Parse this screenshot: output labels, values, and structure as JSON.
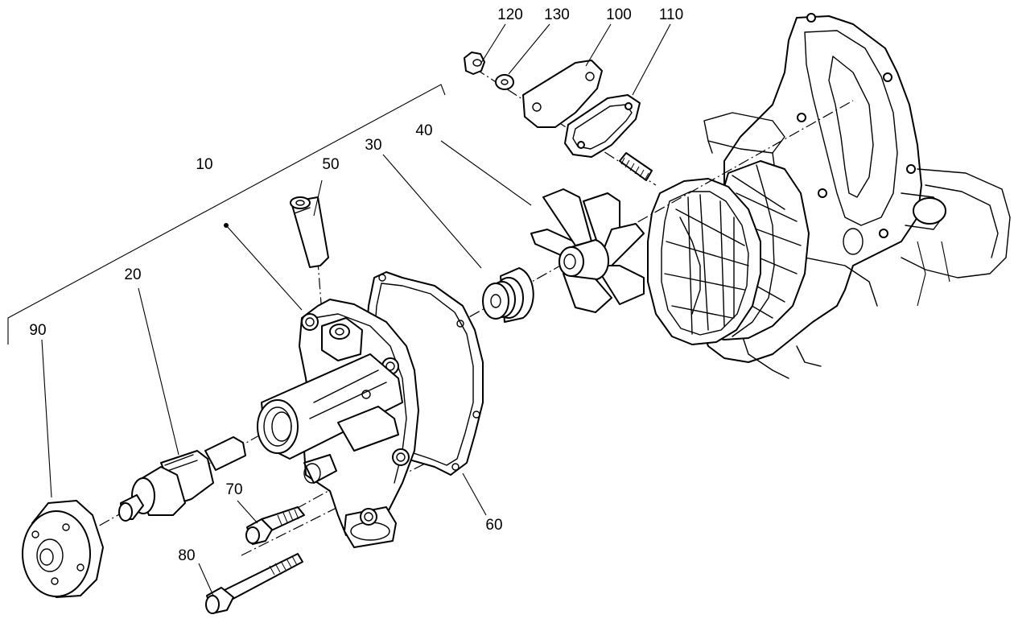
{
  "diagram": {
    "callouts": {
      "p10": "10",
      "p20": "20",
      "p30": "30",
      "p40": "40",
      "p50": "50",
      "p60": "60",
      "p70": "70",
      "p80": "80",
      "p90": "90",
      "p100": "100",
      "p110": "110",
      "p120": "120",
      "p130": "130"
    }
  }
}
